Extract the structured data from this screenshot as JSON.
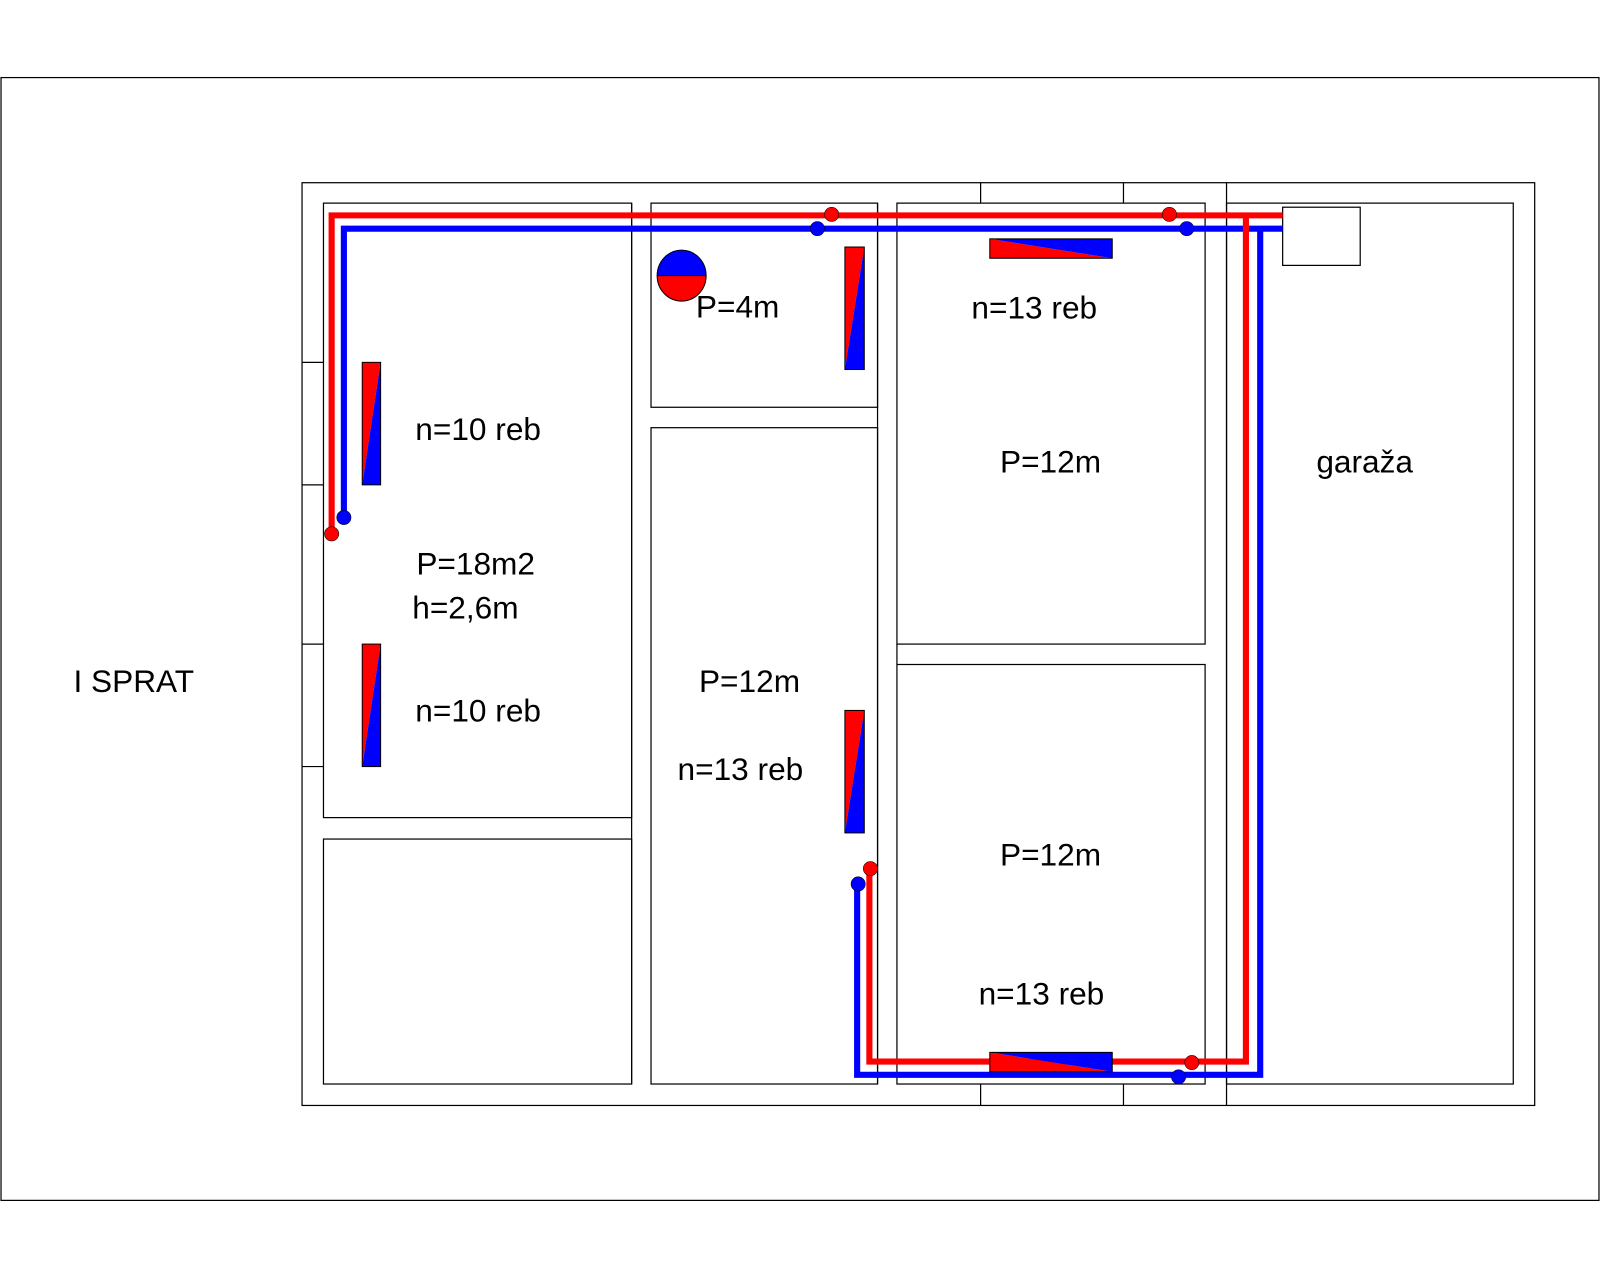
{
  "floor_label": "I SPRAT",
  "rooms": {
    "left_room": {
      "area": "P=18m2",
      "height": "h=2,6m",
      "radiator_top": "n=10 reb",
      "radiator_bottom": "n=10 reb"
    },
    "small_room": {
      "area": "P=4m"
    },
    "center_room": {
      "area": "P=12m",
      "radiator": "n=13 reb"
    },
    "top_right_room": {
      "area": "P=12m",
      "radiator": "n=13 reb"
    },
    "bottom_right_room": {
      "area": "P=12m",
      "radiator": "n=13 reb"
    },
    "garage": {
      "label": "garaža"
    }
  },
  "colors": {
    "supply": "#ff0000",
    "return": "#0000ff",
    "lines": "#000000"
  }
}
